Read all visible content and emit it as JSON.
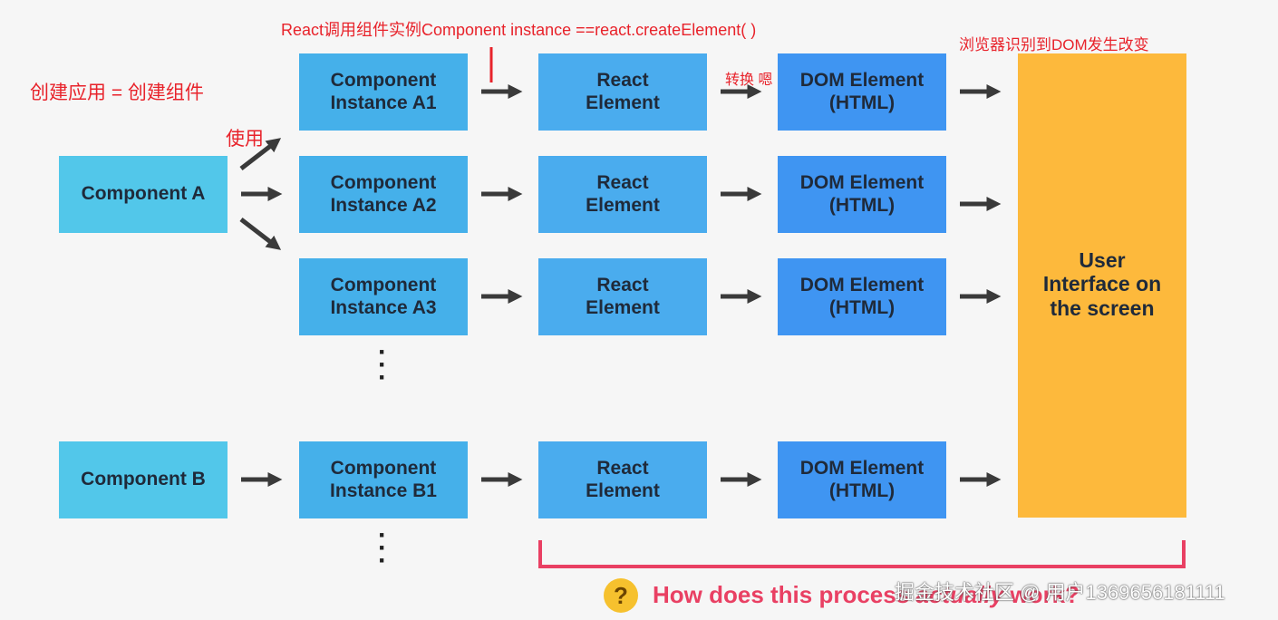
{
  "notes": {
    "top_annotation": "React调用组件实例Component instance  ==react.createElement( )",
    "browser_annotation": "浏览器识别到DOM发生改变",
    "create_app": "创建应用 = 创建组件",
    "use": "使用",
    "convert": "转换 嗯"
  },
  "components": {
    "a": "Component A",
    "b": "Component B"
  },
  "instances": {
    "a1_line1": "Component",
    "a1_line2": "Instance A1",
    "a2_line1": "Component",
    "a2_line2": "Instance A2",
    "a3_line1": "Component",
    "a3_line2": "Instance A3",
    "b1_line1": "Component",
    "b1_line2": "Instance B1"
  },
  "react_element": {
    "line1": "React",
    "line2": "Element"
  },
  "dom_element": {
    "line1": "DOM Element",
    "line2": "(HTML)"
  },
  "ui_box": {
    "line1": "User",
    "line2": "Interface on",
    "line3": "the screen"
  },
  "question": {
    "part1": "How does this process ",
    "italic": "actually",
    "part2": " work?"
  },
  "watermark": "掘金技术社区 @ 用户1369656181111",
  "colors": {
    "component": "#52c7ea",
    "instance": "#45b0ea",
    "react_element": "#4aacee",
    "dom_element": "#3f95f2",
    "ui": "#fdb93c",
    "annotation": "#e8232b",
    "bracket": "#e94063",
    "arrow": "#3a3a3a"
  }
}
